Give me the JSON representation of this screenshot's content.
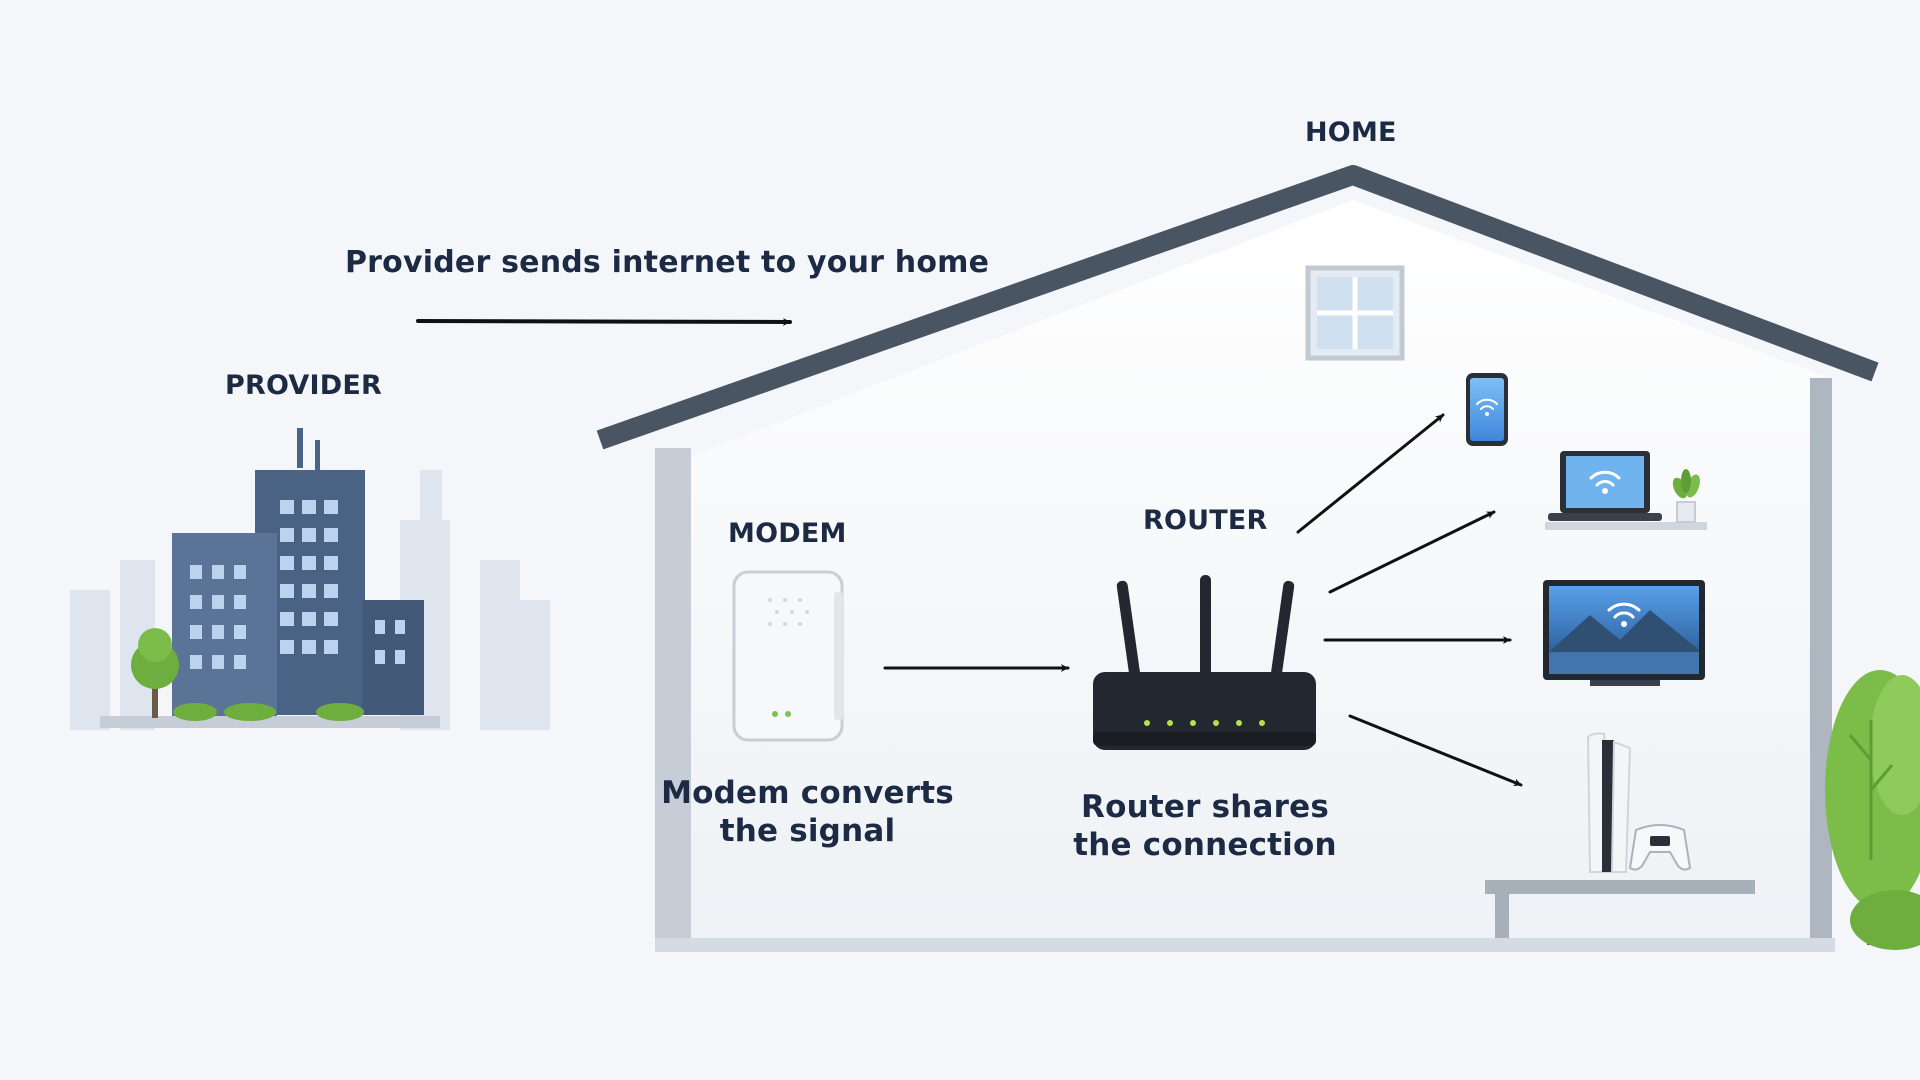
{
  "labels": {
    "home": "HOME",
    "provider": "PROVIDER",
    "modem": "MODEM",
    "router": "ROUTER",
    "provider_caption": "Provider sends internet to your home",
    "modem_caption": [
      "Modem converts",
      "the signal"
    ],
    "router_caption": [
      "Router shares",
      "the connection"
    ]
  },
  "icons": {
    "provider": "office-buildings-icon",
    "modem": "modem-icon",
    "router": "router-icon",
    "devices": [
      "smartphone-icon",
      "laptop-icon",
      "tv-icon",
      "game-console-icon"
    ],
    "decor": [
      "tree-icon",
      "house-icon",
      "window-icon",
      "plant-icon"
    ]
  },
  "colors": {
    "background": "#f4f6f9",
    "text": "#1d2a44",
    "roof": "#4a5563",
    "wall": "#ffffff",
    "signal": "#3d7fe0",
    "building": "#4a6385",
    "tree": "#6dae3e",
    "router_body": "#23272f",
    "router_led": "#b8e04a"
  }
}
